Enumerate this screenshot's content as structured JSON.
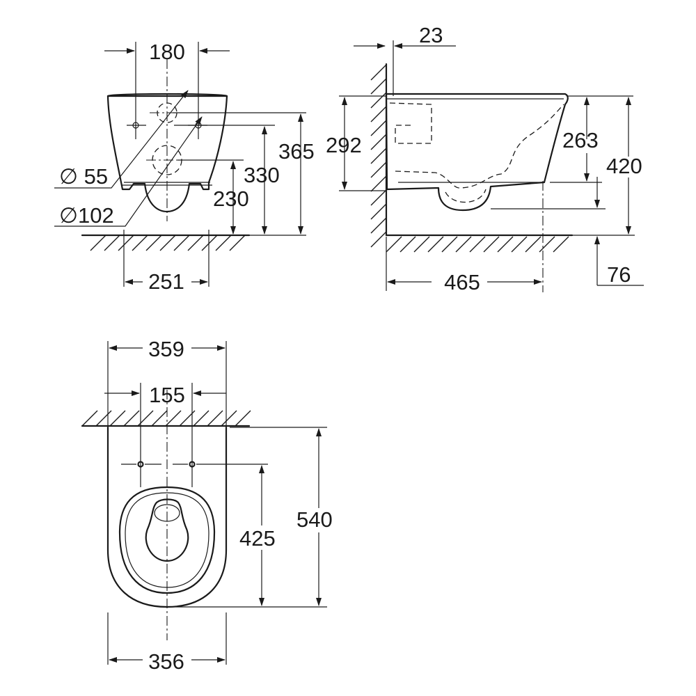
{
  "colors": {
    "line": "#1a1a1a",
    "background": "#ffffff"
  },
  "front_view": {
    "dim_fixing_spacing": "180",
    "dim_diameter_small": "∅ 55",
    "dim_diameter_large": "∅102",
    "dim_total_height": "365",
    "dim_height_330": "330",
    "dim_height_230": "230",
    "dim_outlet_width": "251"
  },
  "side_view": {
    "dim_wall_offset": "23",
    "dim_height_292": "292",
    "dim_height_263": "263",
    "dim_height_420": "420",
    "dim_depth": "465",
    "dim_outlet_height": "76"
  },
  "top_view": {
    "dim_width_359": "359",
    "dim_fixing_spacing": "155",
    "dim_length_540": "540",
    "dim_length_425": "425",
    "dim_width_356": "356"
  }
}
